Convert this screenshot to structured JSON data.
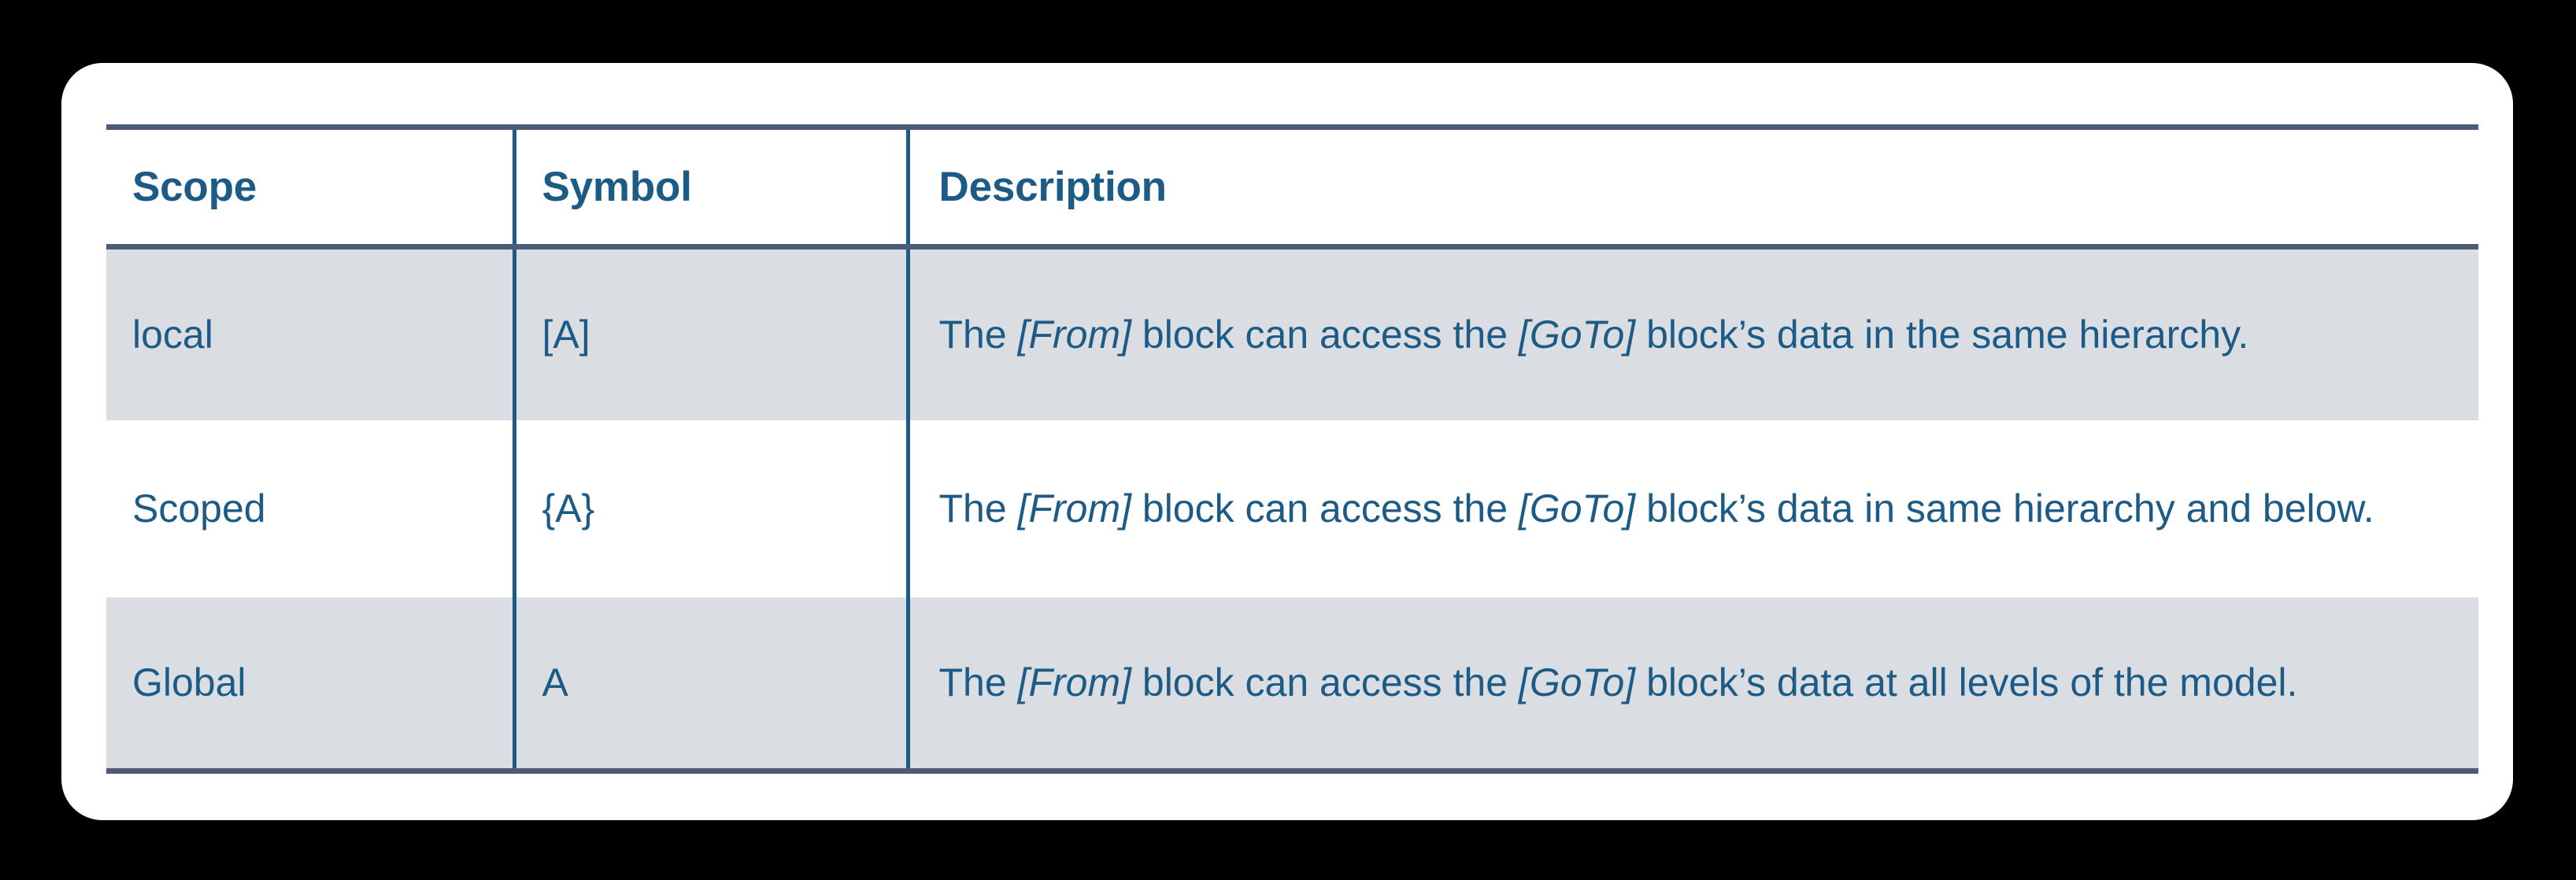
{
  "card": {
    "background": "#ffffff",
    "page_background": "#000000",
    "accent_text": "#1d5b87",
    "rule_color": "#4e5b77",
    "stripe_color": "#dadee3"
  },
  "table": {
    "headers": {
      "scope": "Scope",
      "symbol": "Symbol",
      "description": "Description"
    },
    "rows": [
      {
        "scope": "local",
        "symbol": "[A]",
        "description_parts": {
          "p1": "The ",
          "ref1": "[From]",
          "p2": " block can access the ",
          "ref2": "[GoTo]",
          "p3": " block’s data in the same hierarchy."
        },
        "description_plain": "The [From] block can access the [GoTo] block’s data in the same hierarchy.",
        "striped": true
      },
      {
        "scope": "Scoped",
        "symbol": "{A}",
        "description_parts": {
          "p1": "The ",
          "ref1": "[From]",
          "p2": " block can access the ",
          "ref2": "[GoTo]",
          "p3": " block’s data in same hierarchy and below."
        },
        "description_plain": "The [From] block can access the [GoTo] block’s data in same hierarchy and below.",
        "striped": false
      },
      {
        "scope": "Global",
        "symbol": "A",
        "description_parts": {
          "p1": "The ",
          "ref1": "[From]",
          "p2": " block can access the ",
          "ref2": "[GoTo]",
          "p3": " block’s data at all levels of the model."
        },
        "description_plain": "The [From] block can access the [GoTo] block’s data at all levels of the model.",
        "striped": true
      }
    ]
  }
}
